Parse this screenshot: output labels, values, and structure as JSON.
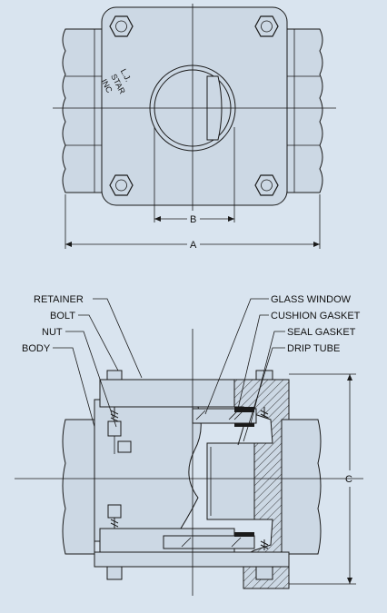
{
  "top_view": {
    "brand_lines": [
      "L.J.",
      "STAR",
      "INC"
    ],
    "dimension_b": "B",
    "dimension_a": "A"
  },
  "section_view": {
    "callouts_left": [
      "RETAINER",
      "BOLT",
      "NUT",
      "BODY"
    ],
    "callouts_right": [
      "GLASS WINDOW",
      "CUSHION GASKET",
      "SEAL GASKET",
      "DRIP TUBE"
    ],
    "dimension_c": "C"
  },
  "colors": {
    "background": "#d9e4ef",
    "line": "#1a1a1a",
    "fill": "#ccd8e4"
  }
}
